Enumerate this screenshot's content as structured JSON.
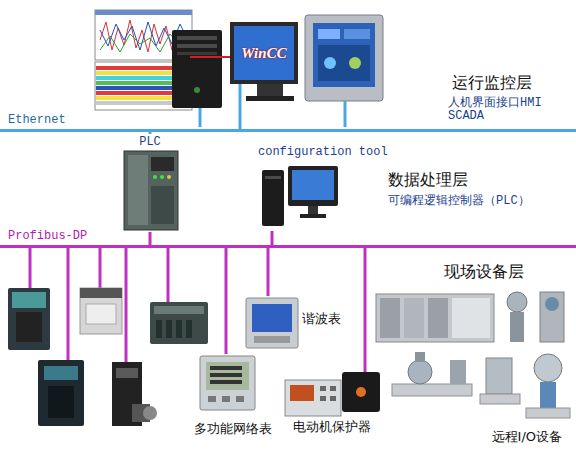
{
  "diagram": {
    "nodes": [
      {
        "text": [
          "WinCC"
        ]
      },
      {
        "text": [
          "Ethernet"
        ]
      },
      {
        "text": [
          "PLC"
        ]
      },
      {
        "text": [
          "configuration tool"
        ]
      },
      {
        "text": [
          "Profibus-DP"
        ]
      },
      {
        "text": [
          "谐波表"
        ]
      },
      {
        "text": [
          "多功能网络表"
        ]
      },
      {
        "text": [
          "电动机保护器"
        ]
      },
      {
        "text": [
          "远程I/O设备"
        ]
      }
    ],
    "edges": [
      {
        "from": 0,
        "to": 1,
        "arrow": "none"
      },
      {
        "from": 1,
        "to": 2,
        "arrow": "none"
      },
      {
        "from": 2,
        "to": 4,
        "arrow": "none"
      },
      {
        "from": 3,
        "to": 4,
        "arrow": "none"
      },
      {
        "from": 4,
        "to": 5,
        "arrow": "none"
      },
      {
        "from": 4,
        "to": 6,
        "arrow": "none"
      },
      {
        "from": 4,
        "to": 7,
        "arrow": "none"
      }
    ],
    "labels": [
      "运行监控层",
      "人机界面接口HMI",
      "SCADA",
      "数据处理层",
      "可编程逻辑控制器（PLC）",
      "现场设备层"
    ]
  }
}
